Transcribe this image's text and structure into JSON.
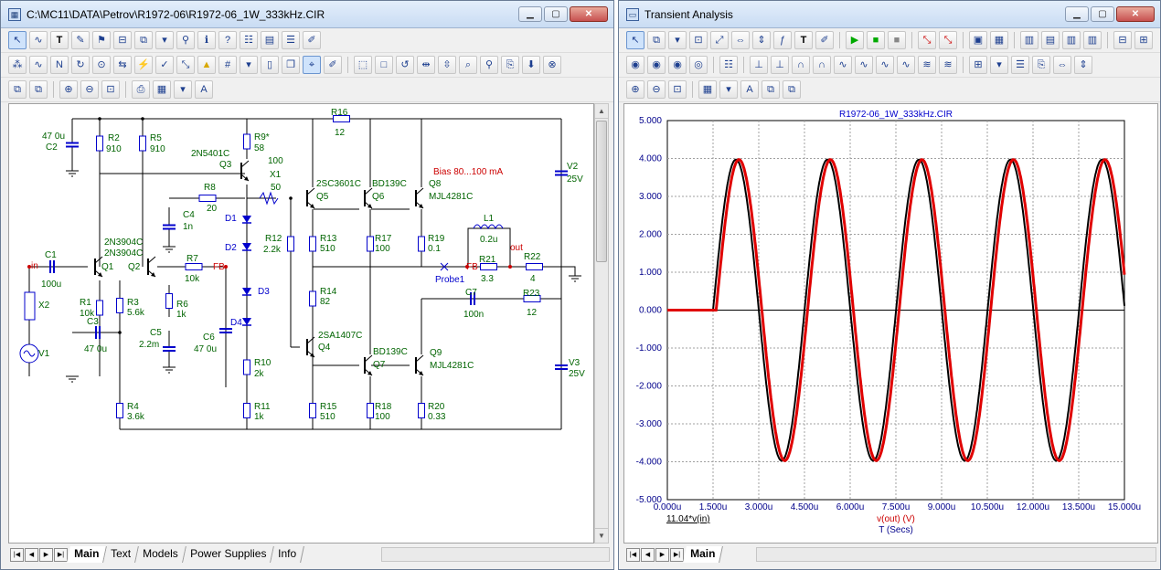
{
  "schematic_window": {
    "title": "C:\\MC11\\DATA\\Petrov\\R1972-06\\R1972-06_1W_333kHz.CIR",
    "tabs": [
      "Main",
      "Text",
      "Models",
      "Power Supplies",
      "Info"
    ],
    "active_tab": "Main",
    "components": {
      "C2": {
        "name": "C2",
        "value": "47 0u"
      },
      "R2": {
        "name": "R2",
        "value": "910"
      },
      "R5": {
        "name": "R5",
        "value": "910"
      },
      "Q3": {
        "name": "Q3",
        "model": "2N5401C"
      },
      "R9": {
        "name": "R9*",
        "value": "58"
      },
      "X1": {
        "name": "X1",
        "v1": "100",
        "v2": "50"
      },
      "R16": {
        "name": "R16",
        "value": "12"
      },
      "R8": {
        "name": "R8",
        "value": "20"
      },
      "C4": {
        "name": "C4",
        "value": "1n"
      },
      "Q5": {
        "name": "Q5",
        "model": "2SC3601C"
      },
      "Q6": {
        "name": "Q6",
        "model": "BD139C"
      },
      "Q8": {
        "name": "Q8",
        "model": "MJL4281C"
      },
      "V2": {
        "name": "V2",
        "value": "25V"
      },
      "bias": "Bias 80...100 mA",
      "D1": "D1",
      "D2": "D2",
      "D3": "D3",
      "D4": "D4",
      "R12": {
        "name": "R12",
        "value": "2.2k"
      },
      "R13": {
        "name": "R13",
        "value": "510"
      },
      "R17": {
        "name": "R17",
        "value": "100"
      },
      "R19": {
        "name": "R19",
        "value": "0.1"
      },
      "L1": {
        "name": "L1",
        "value": "0.2u"
      },
      "Q1": {
        "name": "Q1",
        "model": "2N3904C"
      },
      "Q2": {
        "name": "Q2",
        "model": "2N3904C"
      },
      "C1": {
        "name": "C1",
        "value": "100u"
      },
      "R7": {
        "name": "R7",
        "value": "10k"
      },
      "R21": {
        "name": "R21",
        "value": "3.3"
      },
      "R22": {
        "name": "R22",
        "value": "4"
      },
      "R1": {
        "name": "R1",
        "value": "10k"
      },
      "R3": {
        "name": "R3",
        "value": "5.6k"
      },
      "R6": {
        "name": "R6",
        "value": "1k"
      },
      "R14": {
        "name": "R14",
        "value": "82"
      },
      "C7": {
        "name": "C7",
        "value": "100n"
      },
      "R23": {
        "name": "R23",
        "value": "12"
      },
      "X2": {
        "name": "X2"
      },
      "C3": {
        "name": "C3",
        "value": "47 0u"
      },
      "C5": {
        "name": "C5",
        "value": "2.2m"
      },
      "C6": {
        "name": "C6",
        "value": "47 0u"
      },
      "Q4": {
        "name": "Q4",
        "model": "2SA1407C"
      },
      "Q7": {
        "name": "Q7",
        "model": "BD139C"
      },
      "Q9": {
        "name": "Q9",
        "model": "MJL4281C"
      },
      "V1": {
        "name": "V1"
      },
      "R10": {
        "name": "R10",
        "value": "2k"
      },
      "V3": {
        "name": "V3",
        "value": "25V"
      },
      "R4": {
        "name": "R4",
        "value": "3.6k"
      },
      "R11": {
        "name": "R11",
        "value": "1k"
      },
      "R15": {
        "name": "R15",
        "value": "510"
      },
      "R18": {
        "name": "R18",
        "value": "100"
      },
      "R20": {
        "name": "R20",
        "value": "0.33"
      }
    },
    "nodes": {
      "in": "in",
      "fb1": "FB",
      "fb2": "FB",
      "out": "out",
      "probe": "Probe1"
    }
  },
  "transient_window": {
    "title": "Transient Analysis",
    "tabs": [
      "Main"
    ],
    "active_tab": "Main"
  },
  "chart_data": {
    "type": "line",
    "title": "R1972-06_1W_333kHz.CIR",
    "xlabel": "T (Secs)",
    "x_unit": "u",
    "xlim": [
      0,
      15
    ],
    "ylim": [
      -5,
      5
    ],
    "x_ticks": [
      "0.000u",
      "1.500u",
      "3.000u",
      "4.500u",
      "6.000u",
      "7.500u",
      "9.000u",
      "10.500u",
      "12.000u",
      "13.500u",
      "15.000u"
    ],
    "y_ticks": [
      "5.000",
      "4.000",
      "3.000",
      "2.000",
      "1.000",
      "0.000",
      "-1.000",
      "-2.000",
      "-3.000",
      "-4.000",
      "-5.000"
    ],
    "grid": true,
    "series": [
      {
        "name": "11.04*v(in)",
        "color": "#000000",
        "start": 1.5,
        "frequency_mhz": 0.333,
        "amplitude": 3.97,
        "delay_us": 0.0
      },
      {
        "name": "v(out) (V)",
        "color": "#e00000",
        "start": 1.5,
        "frequency_mhz": 0.333,
        "amplitude": 3.97,
        "delay_us": 0.1
      }
    ]
  },
  "colors": {
    "wire": "#000000",
    "component": "#0000cc",
    "label": "#006400",
    "node": "#cc0000",
    "grid": "#a0a0a0",
    "chart_title": "#0000cc"
  }
}
